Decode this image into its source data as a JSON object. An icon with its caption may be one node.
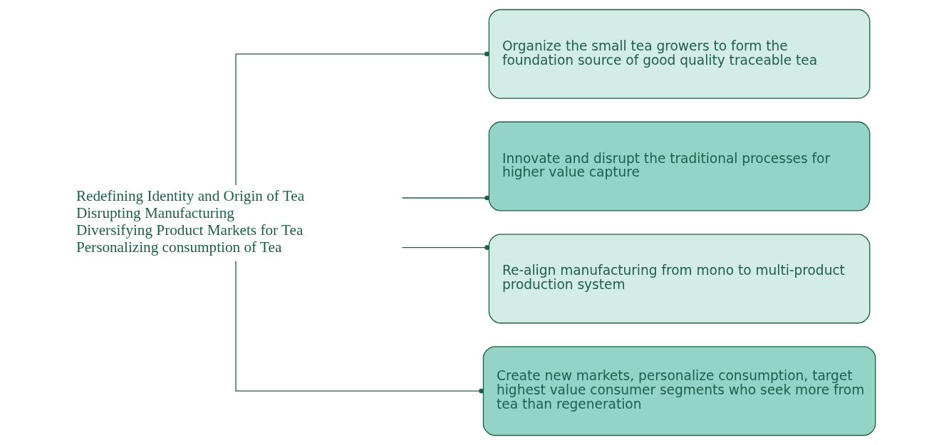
{
  "diagram": {
    "nodes": [
      {
        "text": [
          "Redefining Identity and Origin of Tea",
          "Disrupting Manufacturing",
          "Diversifying Product Markets for Tea",
          "Personalizing consumption of Tea"
        ]
      },
      {
        "text": [
          "Organize the small tea growers to form the foundation source of good quality traceable tea"
        ]
      },
      {
        "text": [
          "Innovate and disrupt the traditional processes for higher value capture"
        ]
      },
      {
        "text": [
          "Re-align manufacturing from mono to multi-product production system"
        ]
      },
      {
        "text": [
          "Create new markets, personalize consumption, target highest value consumer segments who seek more from tea than regeneration"
        ]
      }
    ],
    "edges": [
      {
        "from": 0,
        "to": 1,
        "arrow": "other"
      },
      {
        "from": 0,
        "to": 2,
        "arrow": "other"
      },
      {
        "from": 0,
        "to": 3,
        "arrow": "other"
      },
      {
        "from": 0,
        "to": 4,
        "arrow": "other"
      }
    ]
  }
}
